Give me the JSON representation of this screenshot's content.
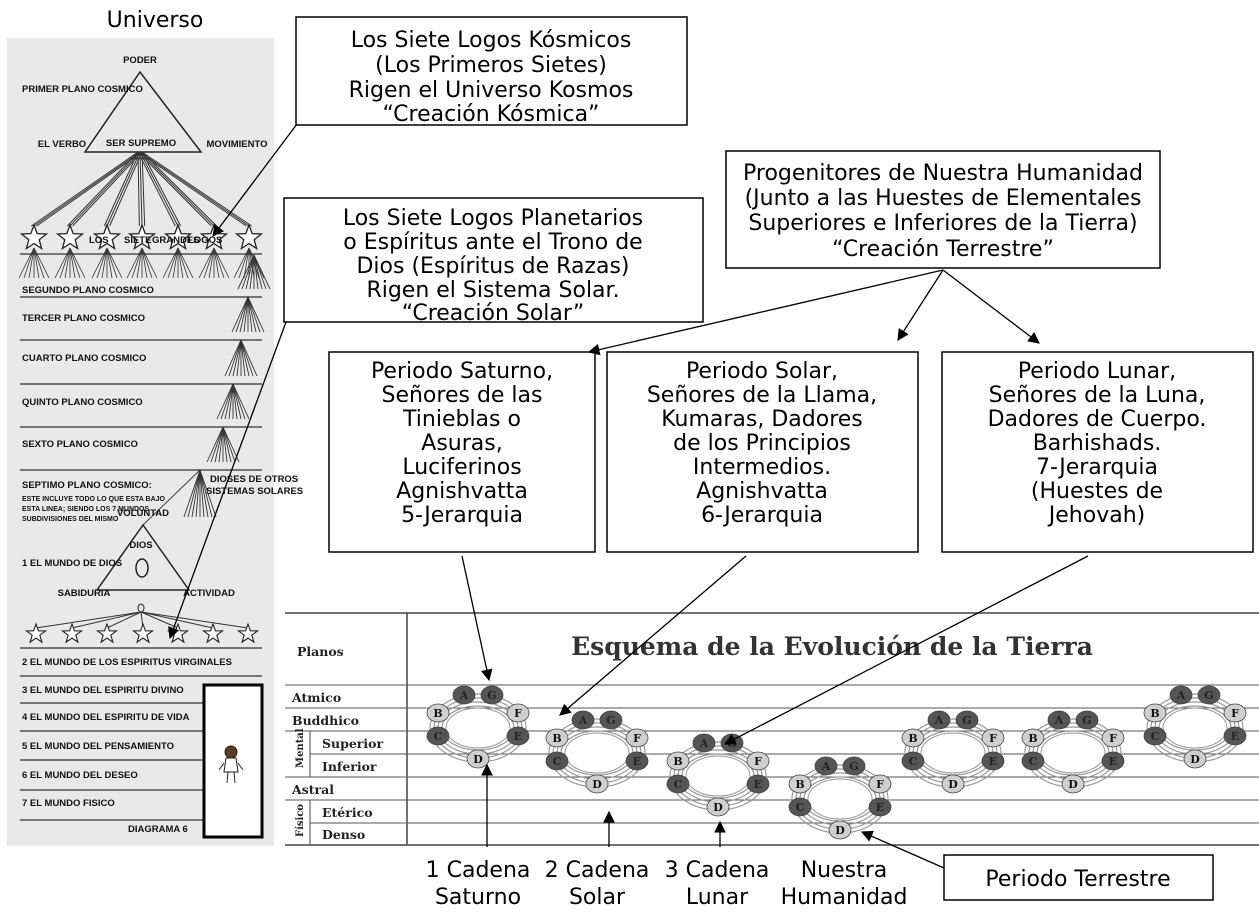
{
  "universe_title": "Universo",
  "left_diagram": {
    "top_triangle": {
      "top": "PODER",
      "left": "EL VERBO",
      "center": "SER SUPREMO",
      "right": "MOVIMIENTO"
    },
    "star_row_labels": [
      "LOS",
      "SIETE",
      "GRANDES",
      "LOGOS"
    ],
    "planes": [
      "PRIMER PLANO COSMICO",
      "SEGUNDO PLANO COSMICO",
      "TERCER PLANO COSMICO",
      "CUARTO PLANO COSMICO",
      "QUINTO PLANO COSMICO",
      "SEXTO PLANO COSMICO",
      "SEPTIMO PLANO COSMICO:"
    ],
    "septimo_note": [
      "ESTE INCLUYE TODO LO QUE ESTA BAJO",
      "ESTA LINEA; SIENDO LOS 7 MUNDOS",
      "SUBDIVISIONES DEL MISMO"
    ],
    "other_gods": [
      "DIOSES DE OTROS",
      "SISTEMAS SOLARES"
    ],
    "lower_triangle": {
      "top": "VOLUNTAD",
      "center": "DIOS",
      "left": "SABIDURIA",
      "right": "ACTIVIDAD"
    },
    "worlds": [
      "1  EL MUNDO DE DIOS",
      "2  EL MUNDO DE LOS ESPIRITUS VIRGINALES",
      "3  EL MUNDO DEL ESPIRITU DIVINO",
      "4  EL MUNDO DEL ESPIRITU DE VIDA",
      "5  EL MUNDO DEL PENSAMIENTO",
      "6  EL MUNDO DEL DESEO",
      "7  EL MUNDO FISICO"
    ],
    "diagram_label": "DIAGRAMA 6"
  },
  "callouts": {
    "cosmic": [
      "Los Siete Logos Kósmicos",
      "(Los Primeros Sietes)",
      "Rigen el Universo Kosmos",
      "“Creación Kósmica”"
    ],
    "planetary": [
      "Los Siete Logos Planetarios",
      "o Espíritus ante el Trono de",
      "Dios (Espíritus de Razas)",
      "Rigen el Sistema Solar.",
      "“Creación Solar”"
    ],
    "progenitors": [
      "Progenitores de Nuestra Humanidad",
      "(Junto a las Huestes de Elementales",
      "Superiores e Inferiores de la Tierra)",
      "“Creación Terrestre”"
    ]
  },
  "periods": [
    [
      "Periodo Saturno,",
      "Señores de las",
      "Tinieblas o",
      "Asuras,",
      "Luciferinos",
      "Agnishvatta",
      "5-Jerarquia"
    ],
    [
      "Periodo Solar,",
      "Señores de la Llama,",
      "Kumaras, Dadores",
      "de los Principios",
      "Intermedios.",
      "Agnishvatta",
      "6-Jerarquia"
    ],
    [
      "Periodo Lunar,",
      "Señores de la Luna,",
      "Dadores de Cuerpo.",
      "Barhishads.",
      "7-Jerarquia",
      "(Huestes de",
      "Jehovah)"
    ]
  ],
  "scheme": {
    "title": "Esquema de la Evolución de la Tierra",
    "planes_header": "Planos",
    "rows": [
      "Atmico",
      "Buddhico",
      "Superior",
      "Inferior",
      "Astral",
      "Etérico",
      "Denso"
    ],
    "group_mental": "Mental",
    "group_fisico": "Físico",
    "globe_letters": {
      "a": "A",
      "b": "B",
      "c": "C",
      "d": "D",
      "e": "E",
      "f": "F",
      "g": "G"
    }
  },
  "bottom_labels": [
    [
      "1 Cadena",
      "Saturno"
    ],
    [
      "2 Cadena",
      "Solar"
    ],
    [
      "3 Cadena",
      "Lunar"
    ],
    [
      "Nuestra",
      "Humanidad"
    ]
  ],
  "terrestrial_label": "Periodo Terrestre",
  "colors": {
    "panel_bg": "#e8e8e8",
    "globe_dark": "#555555",
    "globe_light": "#cfcfcf",
    "ring": "#9a9a9a",
    "line": "#000000"
  }
}
